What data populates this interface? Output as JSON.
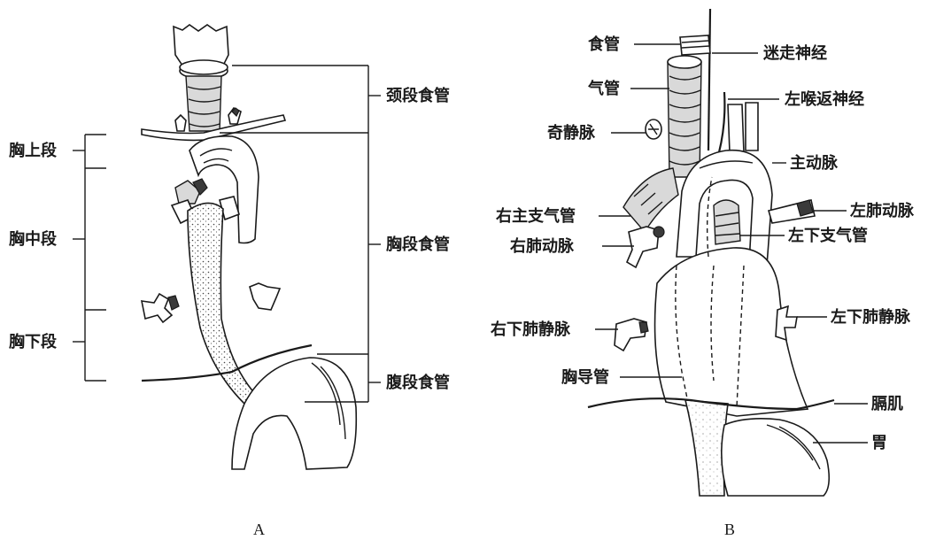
{
  "panel_a": {
    "letter": "A",
    "left_labels": {
      "upper_thoracic": "胸上段",
      "middle_thoracic": "胸中段",
      "lower_thoracic": "胸下段"
    },
    "right_labels": {
      "cervical": "颈段食管",
      "thoracic": "胸段食管",
      "abdominal": "腹段食管"
    }
  },
  "panel_b": {
    "letter": "B",
    "labels": {
      "esophagus": "食管",
      "vagus_nerve": "迷走神经",
      "trachea": "气管",
      "left_recurrent_laryngeal_nerve": "左喉返神经",
      "azygos_vein": "奇静脉",
      "aorta": "主动脉",
      "right_main_bronchus": "右主支气管",
      "left_pulmonary_artery": "左肺动脉",
      "right_pulmonary_artery": "右肺动脉",
      "left_lower_bronchus": "左下支气管",
      "right_inferior_pulmonary_vein": "右下肺静脉",
      "left_inferior_pulmonary_vein": "左下肺静脉",
      "thoracic_duct": "胸导管",
      "diaphragm": "膈肌",
      "stomach": "胃"
    }
  }
}
